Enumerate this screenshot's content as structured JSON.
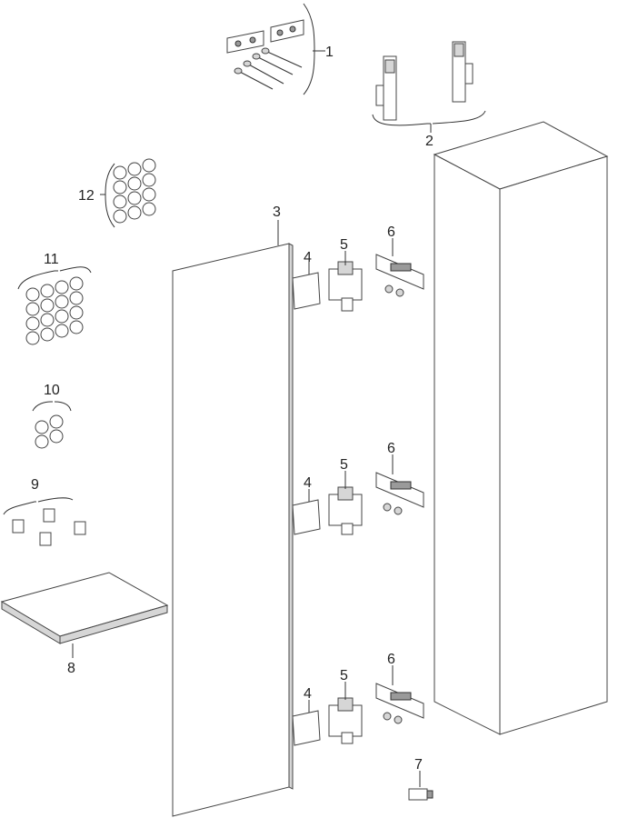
{
  "parts": [
    {
      "id": "1",
      "label": "1",
      "name": "wall-bracket-set"
    },
    {
      "id": "2",
      "label": "2",
      "name": "cabinet-suspension-brackets"
    },
    {
      "id": "3",
      "label": "3",
      "name": "door-panel"
    },
    {
      "id": "4a",
      "label": "4",
      "name": "damper-pad"
    },
    {
      "id": "4b",
      "label": "4",
      "name": "damper-pad"
    },
    {
      "id": "4c",
      "label": "4",
      "name": "damper-pad"
    },
    {
      "id": "5a",
      "label": "5",
      "name": "hinge"
    },
    {
      "id": "5b",
      "label": "5",
      "name": "hinge"
    },
    {
      "id": "5c",
      "label": "5",
      "name": "hinge"
    },
    {
      "id": "6a",
      "label": "6",
      "name": "hinge-mounting-plate"
    },
    {
      "id": "6b",
      "label": "6",
      "name": "hinge-mounting-plate"
    },
    {
      "id": "6c",
      "label": "6",
      "name": "hinge-mounting-plate"
    },
    {
      "id": "7",
      "label": "7",
      "name": "push-latch"
    },
    {
      "id": "8",
      "label": "8",
      "name": "glass-shelf"
    },
    {
      "id": "9",
      "label": "9",
      "name": "shelf-supports"
    },
    {
      "id": "10",
      "label": "10",
      "name": "small-cover-caps"
    },
    {
      "id": "11",
      "label": "11",
      "name": "cover-caps-set"
    },
    {
      "id": "12",
      "label": "12",
      "name": "cover-caps-set"
    }
  ]
}
